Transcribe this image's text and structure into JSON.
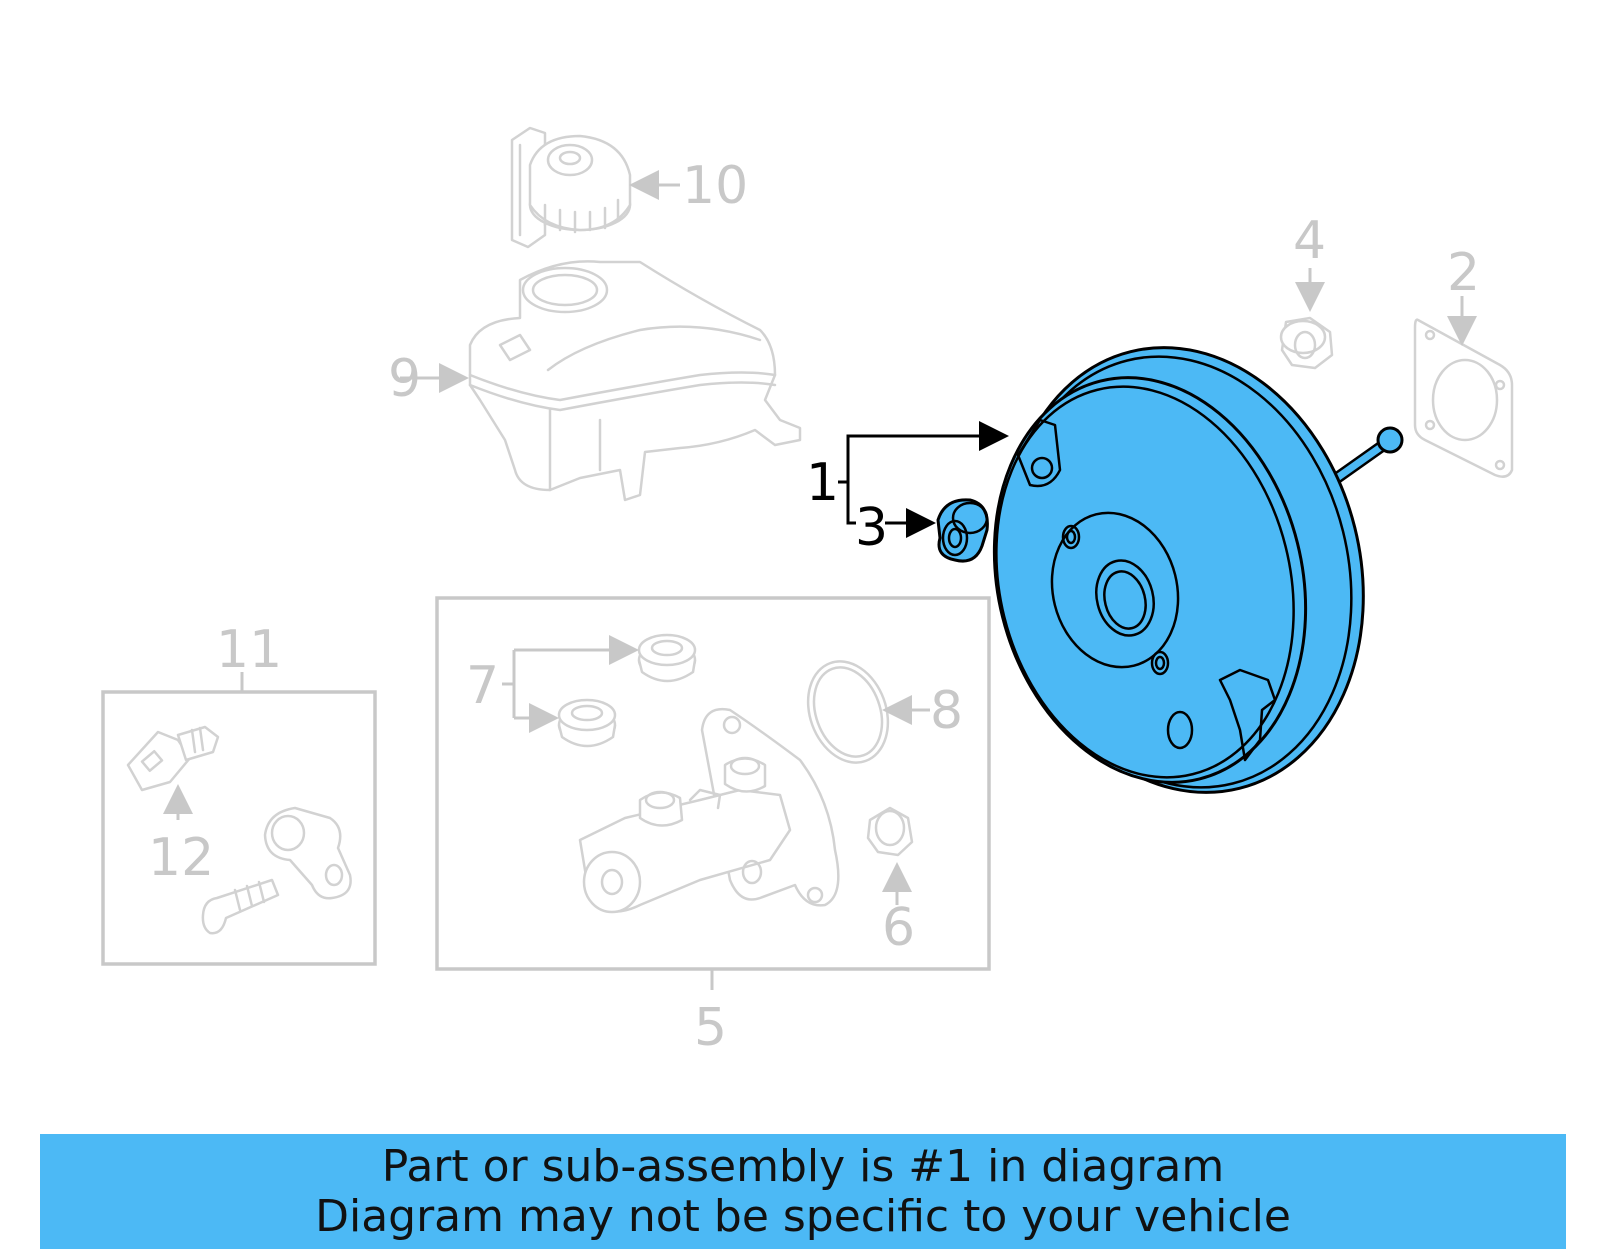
{
  "diagram": {
    "callouts": {
      "c1": "1",
      "c2": "2",
      "c3": "3",
      "c4": "4",
      "c5": "5",
      "c6": "6",
      "c7": "7",
      "c8": "8",
      "c9": "9",
      "c10": "10",
      "c11": "11",
      "c12": "12"
    },
    "highlight_color": "#4cb9f5",
    "dimmed_color": "#c8c8c8"
  },
  "banner": {
    "line1": "Part or sub-assembly is #1 in diagram",
    "line2": "Diagram may not be specific to your vehicle",
    "color": "#4cb9f5"
  }
}
